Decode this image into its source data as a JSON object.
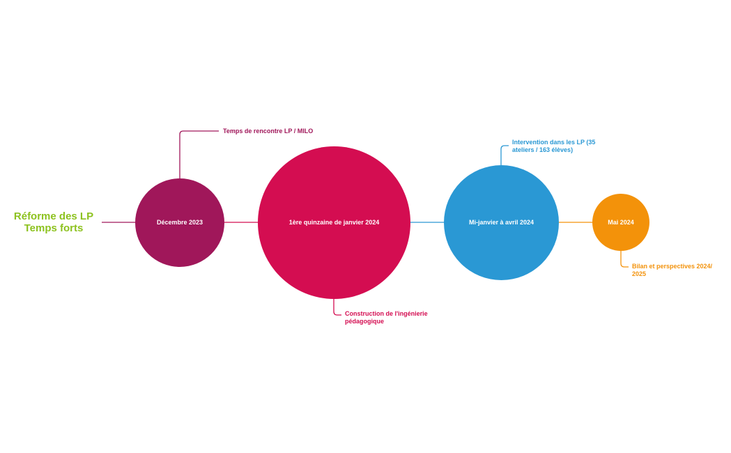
{
  "title": {
    "line1": "Réforme des LP",
    "line2": "Temps forts"
  },
  "milestones": [
    {
      "label": "Décembre 2023",
      "note": "Temps de rencontre LP / MILO",
      "color": "#a0175a"
    },
    {
      "label": "1ère quinzaine de janvier 2024",
      "note": "Construction de l'ingénierie pédagogique",
      "color": "#d40d51"
    },
    {
      "label": "Mi-janvier à avril 2024",
      "note": "Intervention dans les LP (35 ateliers / 163 élèves)",
      "color": "#2a98d4"
    },
    {
      "label": "Mai 2024",
      "note": "Bilan et perspectives 2024/ 2025",
      "color": "#f3920a"
    }
  ],
  "colors": {
    "title": "#8dc21f",
    "background": "#ffffff"
  }
}
